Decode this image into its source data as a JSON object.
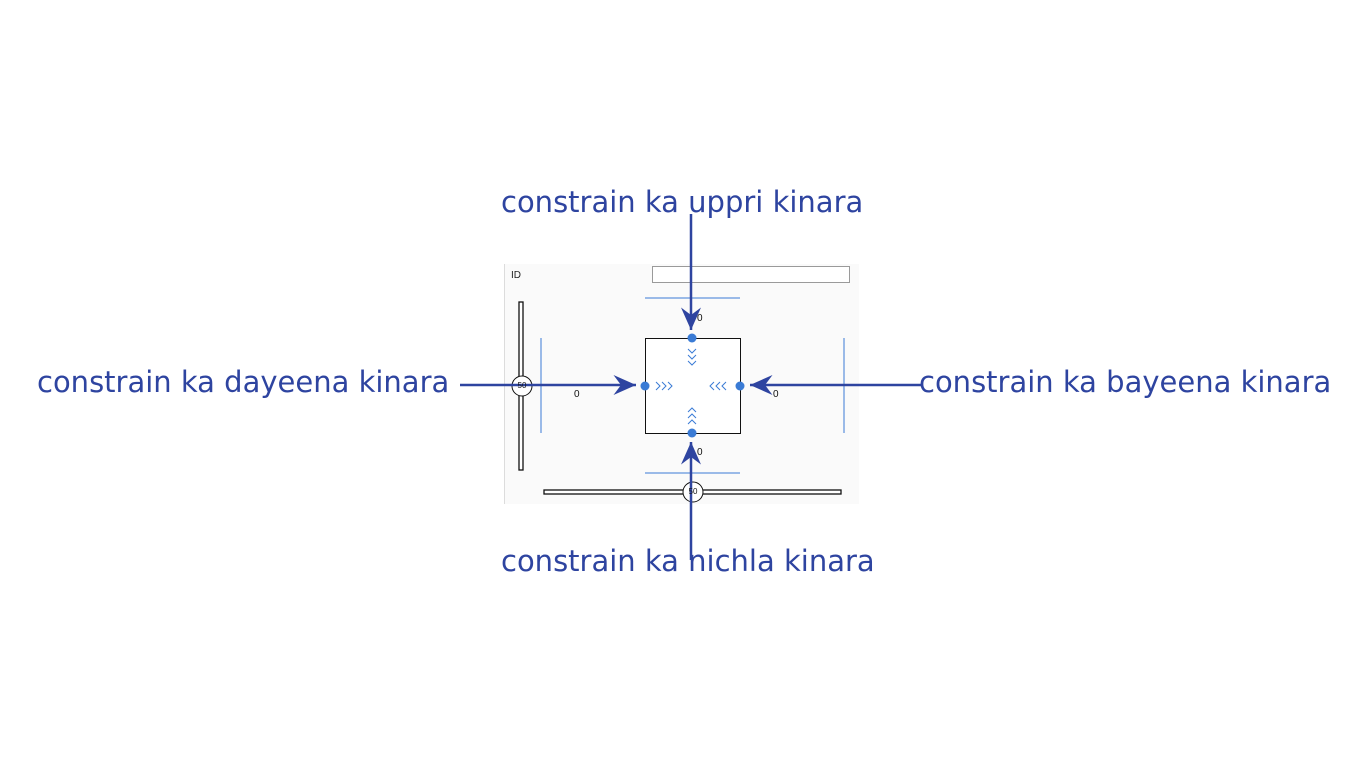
{
  "panel": {
    "id_label": "ID",
    "id_value": ""
  },
  "margins": {
    "top": "0",
    "bottom": "0",
    "left": "0",
    "right": "0"
  },
  "bias": {
    "vertical": "50",
    "horizontal": "50"
  },
  "callouts": {
    "top": "constrain ka uppri kinara",
    "bottom": "constrain ka nichla kinara",
    "left": "constrain ka dayeena kinara",
    "right": "constrain ka bayeena kinara"
  },
  "colors": {
    "callout": "#2e44a0",
    "handle": "#3a7bd5",
    "guide": "#3a7bd5"
  }
}
